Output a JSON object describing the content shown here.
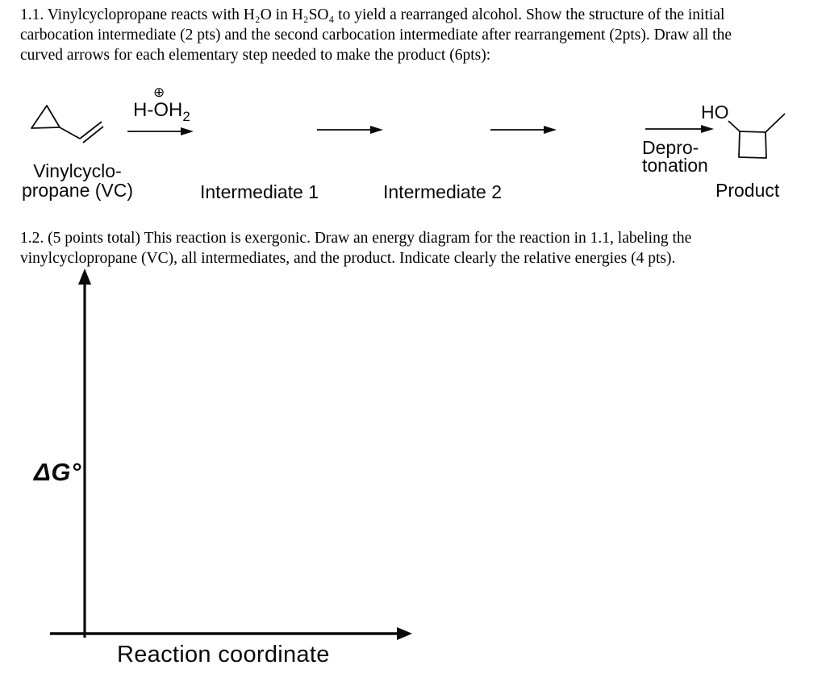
{
  "question_1_1": {
    "lines": [
      "1.1. Vinylcyclopropane reacts with H₂O in H₂SO₄ to yield a rearranged alcohol. Show the structure of the initial",
      "carbocation intermediate (2 pts) and the second carbocation intermediate after rearrangement (2pts). Draw all the",
      "curved arrows for each elementary step needed to make the product (6pts):"
    ]
  },
  "scheme": {
    "reagent": {
      "plus_icon": "⊕",
      "formula_main": "H-OH",
      "formula_sub": "2"
    },
    "reactant_label_line1": "Vinylcyclo-",
    "reactant_label_line2": "propane (VC)",
    "intermediate1_label": "Intermediate 1",
    "intermediate2_label": "Intermediate 2",
    "deprotonation_line1": "Depro-",
    "deprotonation_line2": "tonation",
    "product_hydroxyl": "HO",
    "product_label": "Product"
  },
  "question_1_2": {
    "lines": [
      "1.2. (5 points total) This reaction is exergonic. Draw an energy diagram for the reaction in 1.1, labeling the",
      "vinylcyclopropane (VC), all intermediates, and the product. Indicate clearly the relative energies (4 pts)."
    ]
  },
  "energy_diagram": {
    "y_axis_label": "ΔG°",
    "x_axis_label": "Reaction coordinate"
  },
  "colors": {
    "ink": "#0a0a0a",
    "background": "#ffffff"
  }
}
